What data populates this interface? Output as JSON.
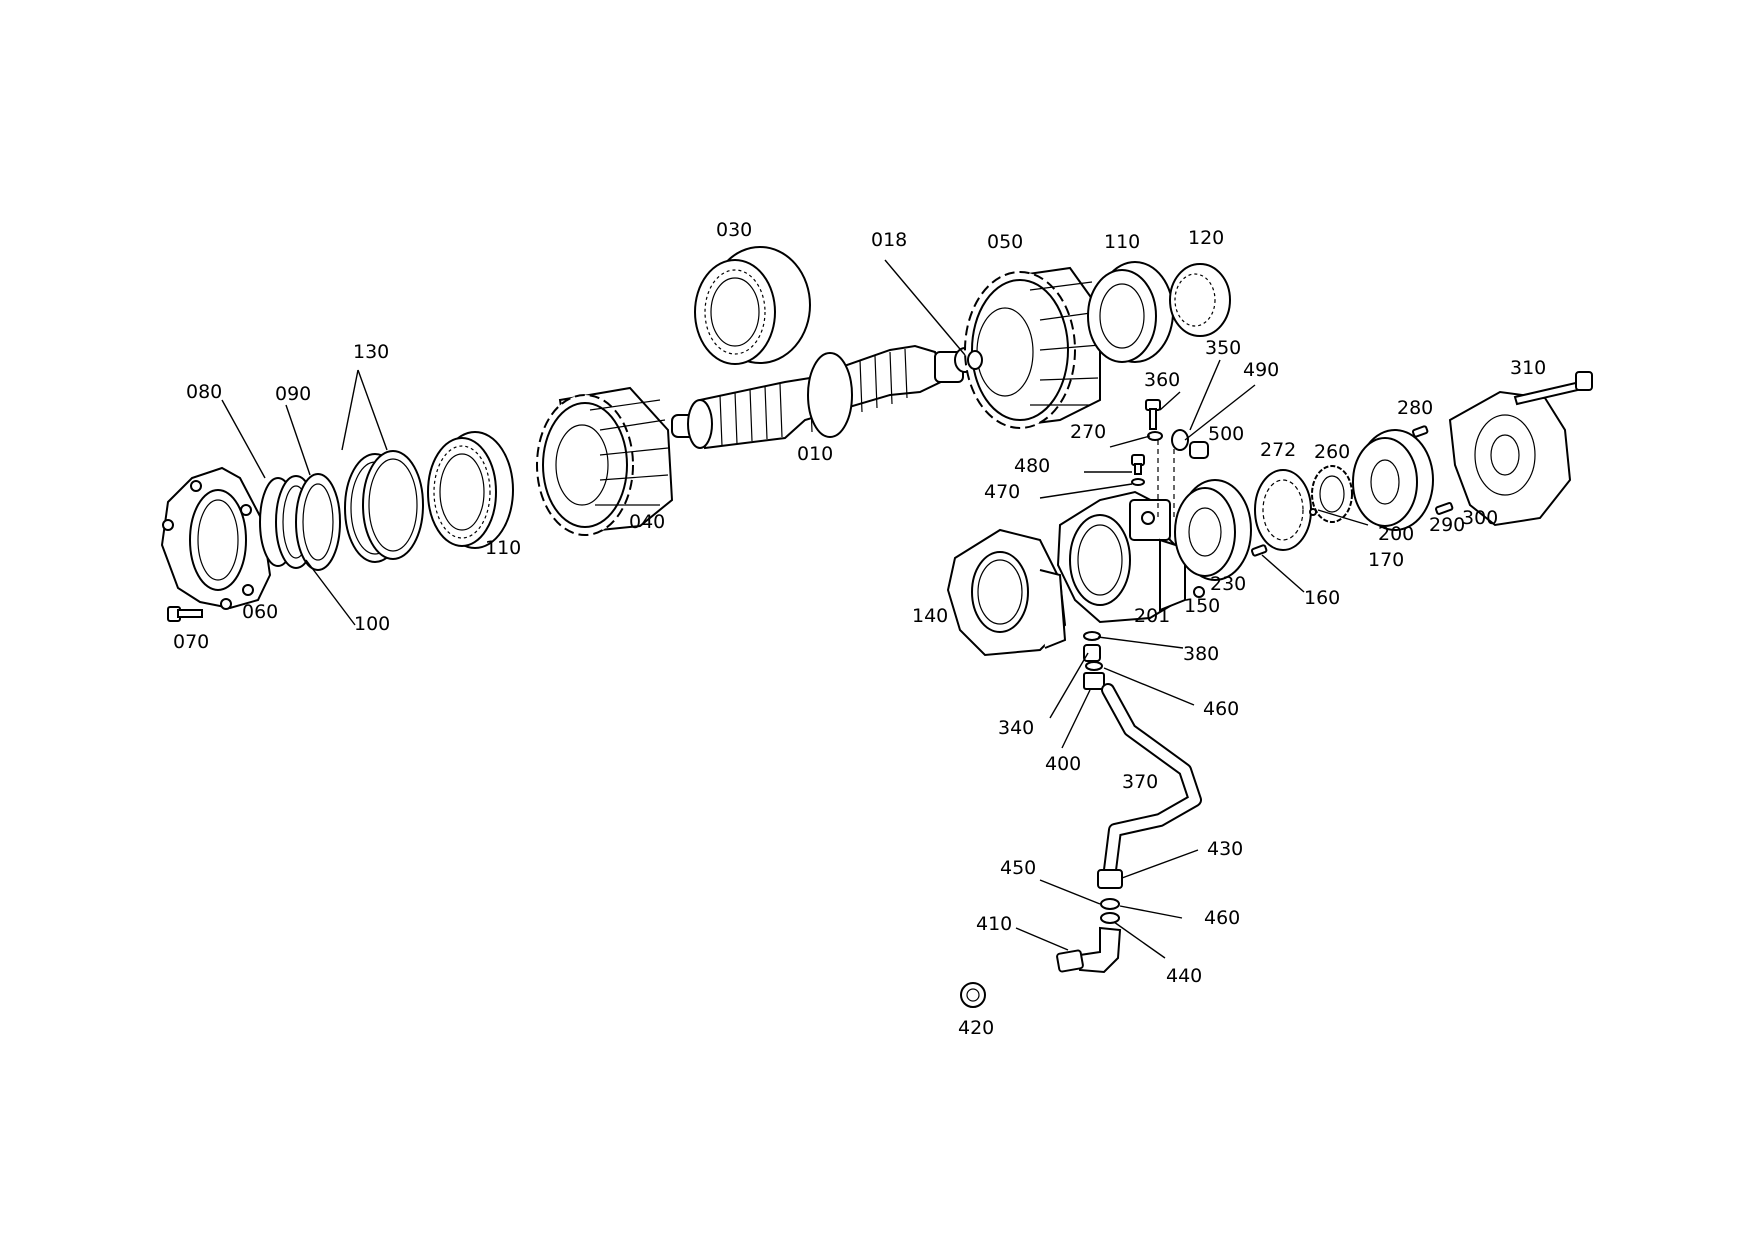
{
  "diagram": {
    "labels": [
      {
        "id": "030",
        "text": "030"
      },
      {
        "id": "018",
        "text": "018"
      },
      {
        "id": "050",
        "text": "050"
      },
      {
        "id": "110a",
        "text": "110"
      },
      {
        "id": "120",
        "text": "120"
      },
      {
        "id": "130",
        "text": "130"
      },
      {
        "id": "080",
        "text": "080"
      },
      {
        "id": "090",
        "text": "090"
      },
      {
        "id": "350",
        "text": "350"
      },
      {
        "id": "490",
        "text": "490"
      },
      {
        "id": "310",
        "text": "310"
      },
      {
        "id": "360",
        "text": "360"
      },
      {
        "id": "280",
        "text": "280"
      },
      {
        "id": "270",
        "text": "270"
      },
      {
        "id": "500",
        "text": "500"
      },
      {
        "id": "010",
        "text": "010"
      },
      {
        "id": "272",
        "text": "272"
      },
      {
        "id": "260",
        "text": "260"
      },
      {
        "id": "480",
        "text": "480"
      },
      {
        "id": "470",
        "text": "470"
      },
      {
        "id": "040",
        "text": "040"
      },
      {
        "id": "110b",
        "text": "110"
      },
      {
        "id": "300",
        "text": "300"
      },
      {
        "id": "290",
        "text": "290"
      },
      {
        "id": "200",
        "text": "200"
      },
      {
        "id": "170",
        "text": "170"
      },
      {
        "id": "230",
        "text": "230"
      },
      {
        "id": "160",
        "text": "160"
      },
      {
        "id": "060",
        "text": "060"
      },
      {
        "id": "100",
        "text": "100"
      },
      {
        "id": "140",
        "text": "140"
      },
      {
        "id": "201",
        "text": "201"
      },
      {
        "id": "150",
        "text": "150"
      },
      {
        "id": "070",
        "text": "070"
      },
      {
        "id": "380",
        "text": "380"
      },
      {
        "id": "460a",
        "text": "460"
      },
      {
        "id": "340",
        "text": "340"
      },
      {
        "id": "400",
        "text": "400"
      },
      {
        "id": "370",
        "text": "370"
      },
      {
        "id": "430",
        "text": "430"
      },
      {
        "id": "450",
        "text": "450"
      },
      {
        "id": "460b",
        "text": "460"
      },
      {
        "id": "410",
        "text": "410"
      },
      {
        "id": "440",
        "text": "440"
      },
      {
        "id": "420",
        "text": "420"
      }
    ]
  }
}
